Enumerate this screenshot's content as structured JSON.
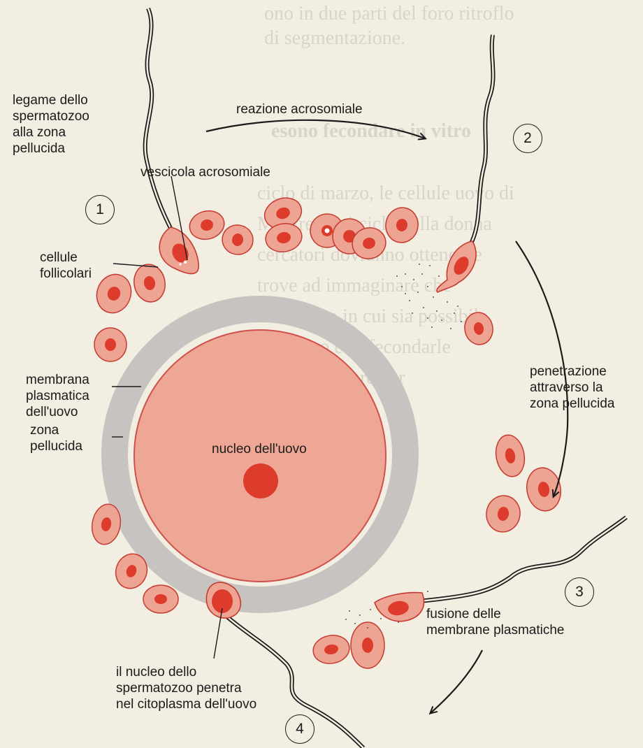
{
  "colors": {
    "background": "#f3eee2",
    "egg_fill": "#eea695",
    "egg_outline": "#d0504a",
    "zona": "#c7c3c1",
    "cell_fill": "#eda493",
    "cell_outline": "#c53a30",
    "nucleus": "#dd3b2c",
    "ink": "#1b1b1b"
  },
  "labels": {
    "binding": "legame dello\nspermatozoo\nalla zona\npellucida",
    "acrosomal_reaction": "reazione acrosomiale",
    "acrosomal_vesicle": "vescicola acrosomiale",
    "follicle_cells": "cellule\nfollicolari",
    "egg_membrane": "membrana\nplasmatica\ndell'uovo",
    "zona_pellucida": "zona\npellucida",
    "egg_nucleus": "nucleo dell'uovo",
    "penetration": "penetrazione\nattraverso la\nzona pellucida",
    "fusion": "fusione delle\nmembrane plasmatiche",
    "sperm_nucleus_entry": "il nucleo dello\nspermatozoo penetra\nnel citoplasma dell'uovo"
  },
  "steps": [
    "1",
    "2",
    "3",
    "4"
  ],
  "background_text": {
    "top": "ono in due parti del foro ritroflo\ndi segmentazione.",
    "heading": "esono fecondare in vitro",
    "body": "ciclo di marzo, le cellule uovo di\nMentre ogni ciclo della donna\ncercatori dovranno ottenerne\ntrove ad immaginare che\nnamnifero in cui sia possibile\nella uovo e di fecondarle\nvocato migrare per"
  }
}
